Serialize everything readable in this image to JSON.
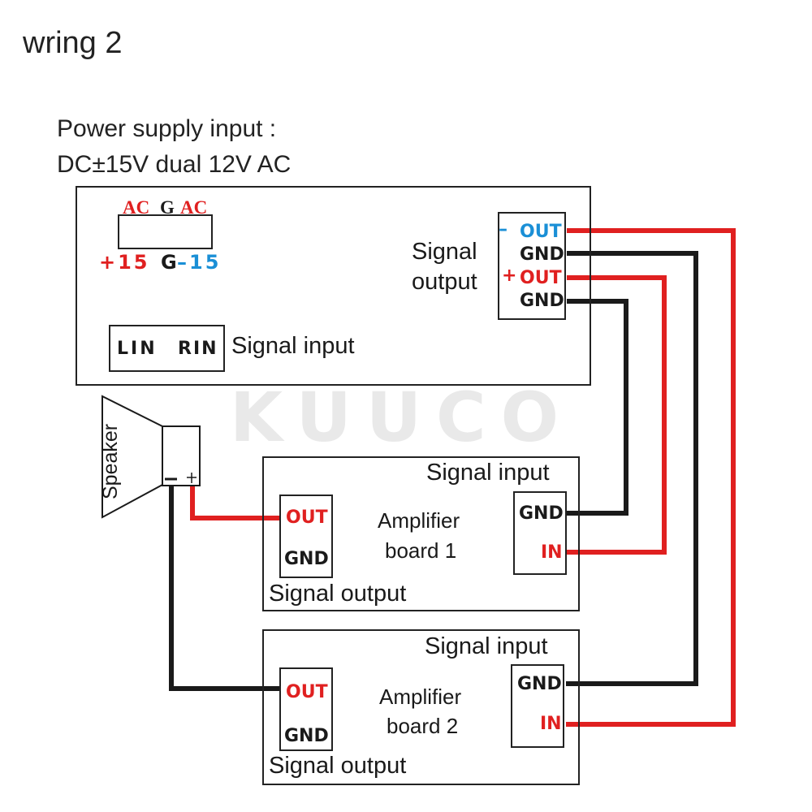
{
  "title": "wring 2",
  "power_supply": {
    "line1": "Power supply input :",
    "line2": "DC±15V dual 12V AC"
  },
  "watermark": "KUUCO",
  "main_board": {
    "ac_top": [
      "AC",
      "G",
      "AC"
    ],
    "dc_bottom": {
      "plus": "+15",
      "g": "G",
      "minus": "–15"
    },
    "signal_input_pins": [
      "LIN",
      "RIN"
    ],
    "signal_input_label": "Signal input",
    "signal_output_label_1": "Signal",
    "signal_output_label_2": "output",
    "output_pins": [
      {
        "prefix": "–",
        "label": "OUT",
        "color": "#1a8fd6"
      },
      {
        "prefix": "",
        "label": "GND",
        "color": "#1a1a1a"
      },
      {
        "prefix": "+",
        "label": "OUT",
        "color": "#e02020"
      },
      {
        "prefix": "",
        "label": "GND",
        "color": "#1a1a1a"
      }
    ]
  },
  "speaker": {
    "label": "Speaker",
    "minus": "–",
    "plus": "+"
  },
  "amplifiers": [
    {
      "name_1": "Amplifier",
      "name_2": "board 1",
      "input_label": "Signal input",
      "input_pins": [
        "GND",
        "IN"
      ],
      "output_label": "Signal output",
      "output_pins": [
        "OUT",
        "GND"
      ]
    },
    {
      "name_1": "Amplifier",
      "name_2": "board 2",
      "input_label": "Signal input",
      "input_pins": [
        "GND",
        "IN"
      ],
      "output_label": "Signal output",
      "output_pins": [
        "OUT",
        "GND"
      ]
    }
  ],
  "colors": {
    "red_wire": "#e02020",
    "black_wire": "#1a1a1a",
    "blue_pin": "#1a8fd6"
  }
}
